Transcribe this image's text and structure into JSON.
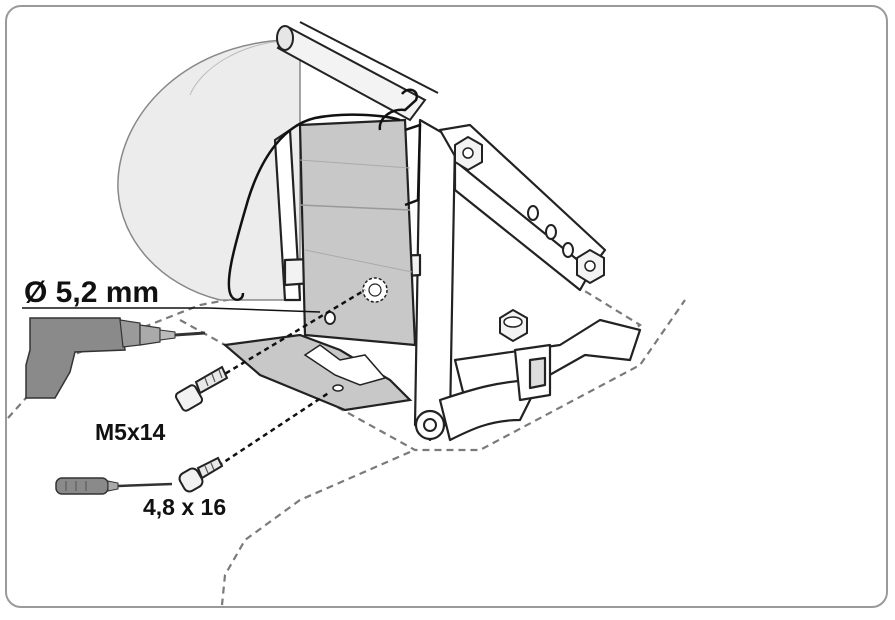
{
  "labels": {
    "drill_hole": "Ø 5,2 mm",
    "bolt_size": "M5x14",
    "screw_size": "4,8 x 16"
  },
  "colors": {
    "frame": "#9a9a9a",
    "paper": "#ececec",
    "plate": "#c8c8c8",
    "drill": "#8a8a8a",
    "line": "#111111",
    "dashed": "#7a7a7a"
  },
  "icons": [
    "drill-icon",
    "screwdriver-icon",
    "bolt-icon",
    "screw-icon"
  ]
}
